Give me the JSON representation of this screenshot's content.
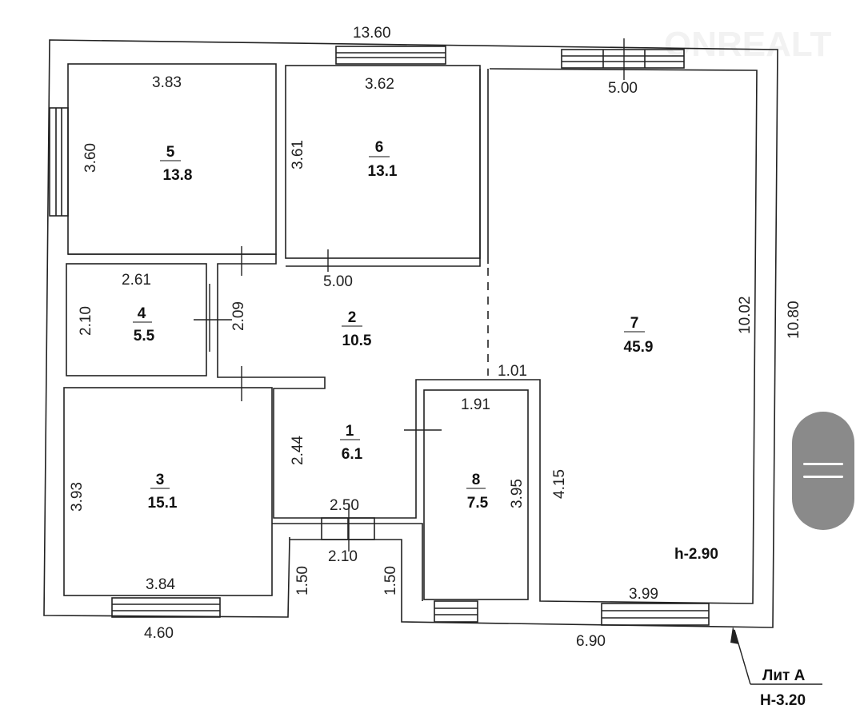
{
  "watermark": "ONREALT",
  "rooms": [
    {
      "number": "5",
      "area": "13.8"
    },
    {
      "number": "6",
      "area": "13.1"
    },
    {
      "number": "4",
      "area": "5.5"
    },
    {
      "number": "2",
      "area": "10.5"
    },
    {
      "number": "7",
      "area": "45.9"
    },
    {
      "number": "1",
      "area": "6.1"
    },
    {
      "number": "3",
      "area": "15.1"
    },
    {
      "number": "8",
      "area": "7.5"
    }
  ],
  "dimensions": {
    "top_total": "13.60",
    "r5_w": "3.83",
    "r6_w": "3.62",
    "r7_w": "5.00",
    "r5_h": "3.60",
    "r6_h": "3.61",
    "r4_w": "2.61",
    "r2_w": "5.00",
    "r4_h": "2.10",
    "r2_h": "2.09",
    "r7_h": "10.02",
    "total_h": "10.80",
    "r8_top": "1.01",
    "r8_w": "1.91",
    "r1_h": "2.44",
    "r7_part": "4.15",
    "r3_h": "3.93",
    "r8_h": "3.95",
    "r1_w": "2.50",
    "entry_w": "2.10",
    "entry_h_left": "1.50",
    "entry_h_right": "1.50",
    "r3_w": "3.84",
    "r7_bottom": "3.99",
    "bottom_left": "4.60",
    "bottom_right": "6.90"
  },
  "ceiling_height": "h-2.90",
  "legend": {
    "letter": "Лит А",
    "height": "Н-3.20"
  }
}
